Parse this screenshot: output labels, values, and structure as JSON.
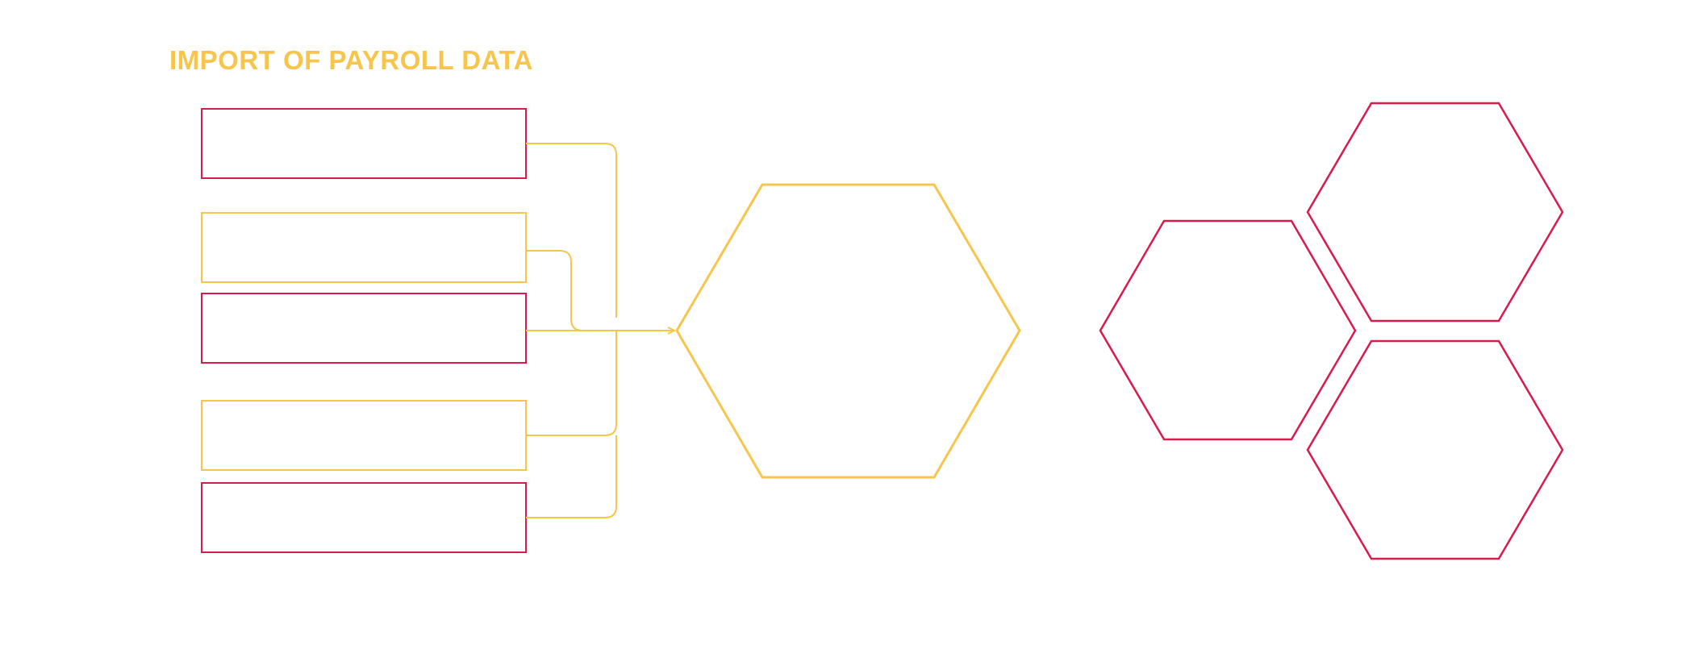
{
  "title": "IMPORT OF PAYROLL DATA",
  "colors": {
    "accent_yellow": "#F7C54C",
    "accent_red": "#D81B4A",
    "background": "#FFFFFF"
  },
  "diagram": {
    "source_boxes": [
      {
        "id": "box-1",
        "color": "red"
      },
      {
        "id": "box-2",
        "color": "yellow"
      },
      {
        "id": "box-3",
        "color": "red"
      },
      {
        "id": "box-4",
        "color": "yellow"
      },
      {
        "id": "box-5",
        "color": "red"
      }
    ],
    "central_hexagon": {
      "color": "yellow"
    },
    "output_hexagons": [
      {
        "id": "hex-left",
        "color": "red"
      },
      {
        "id": "hex-top-right",
        "color": "red"
      },
      {
        "id": "hex-bottom-right",
        "color": "red"
      }
    ]
  }
}
